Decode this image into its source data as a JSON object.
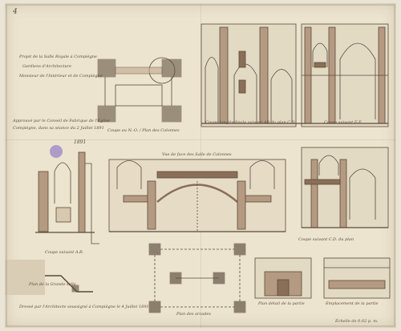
{
  "sheet": {
    "number": "4",
    "title_lines": [
      "Projet de la Salle Royale à Compiègne",
      "Gardiens d'Architecture",
      "Monsieur de l'Intérieur et de Compiègne"
    ],
    "approval_lines": [
      "Approuvé par le Conseil de Fabrique de l'Église",
      "Compiègne, dans sa séance du 2 Juillet 1891"
    ],
    "mark": "1891"
  },
  "labels": {
    "plan_top": "Coupe au N.-O. / Plan des Colonnes",
    "section_long": "Coupe longitudinale suivant AB du plan C.D.",
    "section_other": "Coupe suivant E.F.",
    "elev_center": "Vue de face des Salle de Colonnes",
    "section_left": "Coupe suivant A.B.",
    "section_right": "Coupe suivant C.D. du plan",
    "plan_left": "Plan de la Grande salle",
    "plan_center": "Plan des arcades",
    "detail_left": "Plan détail de la partie",
    "detail_right": "Emplacement de la partie",
    "dressed": "Dressé par l'Architecte soussigné à Compiègne le 4 Juillet 1891",
    "scale": "Échelle de 0.02 p. m."
  },
  "colors": {
    "paper": "#ece4cf",
    "ink": "#5a4a3a",
    "wash": "#c4a88e",
    "stamp": "#9a84c6"
  }
}
